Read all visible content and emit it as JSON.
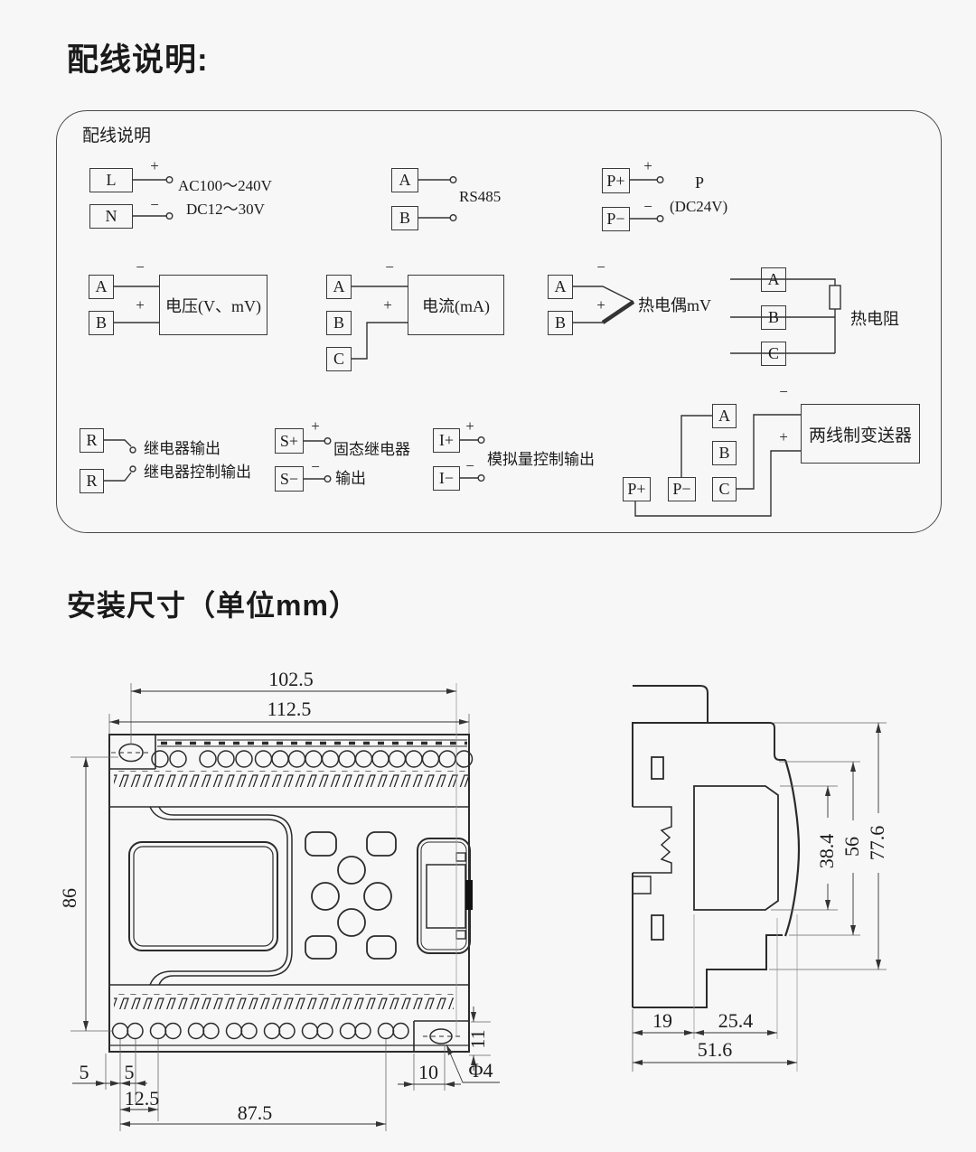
{
  "page": {
    "background": "#f7f7f7",
    "title1": "配线说明:",
    "title2": "安装尺寸（单位mm）"
  },
  "wiring": {
    "panel_label": "配线说明",
    "plus": "+",
    "minus": "−",
    "power": {
      "l": "L",
      "n": "N",
      "ac_label": "AC100～240V",
      "dc_label": "DC12～30V"
    },
    "rs485": {
      "a": "A",
      "b": "B",
      "label": "RS485"
    },
    "sensor_power": {
      "pp": "P+",
      "pm": "P−",
      "p_label": "P",
      "v_label": "(DC24V)"
    },
    "voltage": {
      "a": "A",
      "b": "B",
      "label": "电压(V、mV)"
    },
    "current": {
      "a": "A",
      "b": "B",
      "c": "C",
      "label": "电流(mA)"
    },
    "thermocouple": {
      "a": "A",
      "b": "B",
      "label": "热电偶mV"
    },
    "rtd": {
      "a": "A",
      "b": "B",
      "c": "C",
      "label": "热电阻"
    },
    "relay": {
      "r1": "R",
      "r2": "R",
      "label1": "继电器输出",
      "label2": "继电器控制输出"
    },
    "ssr": {
      "sp": "S+",
      "sm": "S−",
      "label1": "固态继电器",
      "label2": "输出"
    },
    "analog_out": {
      "ip": "I+",
      "im": "I−",
      "label": "模拟量控制输出"
    },
    "transmitter": {
      "a": "A",
      "b": "B",
      "c": "C",
      "pp": "P+",
      "pm": "P−",
      "label": "两线制变送器"
    }
  },
  "dimensions": {
    "front": {
      "top_width": "102.5",
      "outer_width": "112.5",
      "height": "86",
      "edge_offset": "5",
      "hole_pitch": "5",
      "pitch2": "12.5",
      "bottom_span": "87.5",
      "ear_width": "10",
      "ear_height": "11",
      "hole_dia": "Φ4"
    },
    "side": {
      "display_depth": "38.4",
      "body_depth": "56",
      "total_depth": "77.6",
      "base_left": "19",
      "base_mid": "25.4",
      "base_width": "51.6"
    }
  }
}
